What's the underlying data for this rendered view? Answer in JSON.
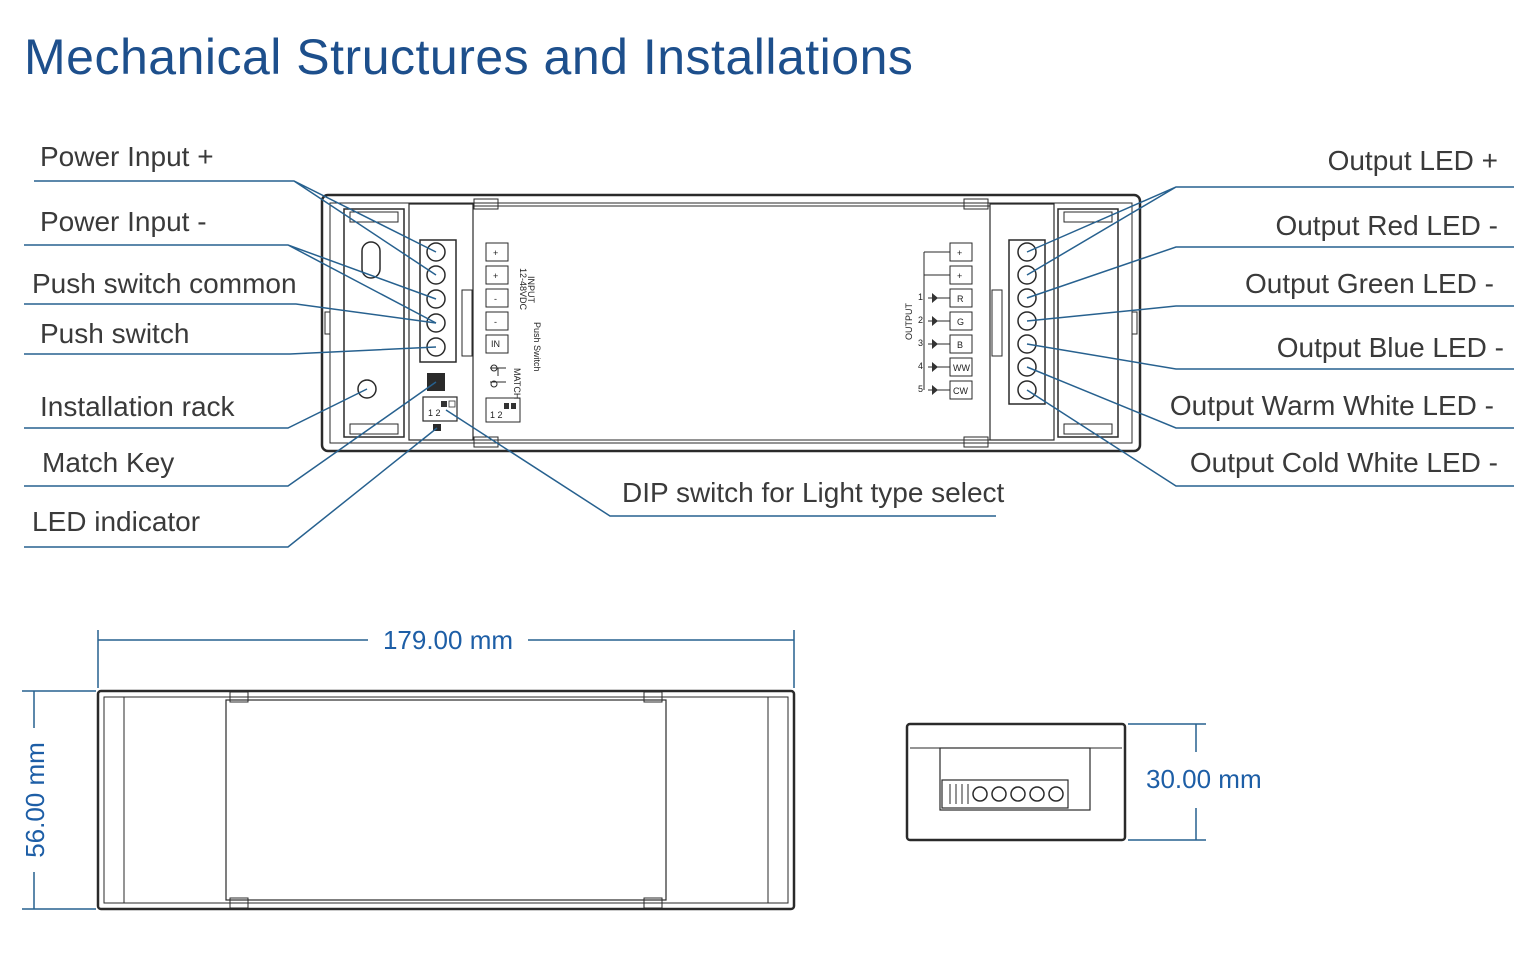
{
  "title": "Mechanical Structures and Installations",
  "callouts_left": [
    "Power Input +",
    "Power Input -",
    "Push switch common",
    "Push switch",
    "Installation rack",
    "Match Key",
    "LED indicator"
  ],
  "callouts_right": [
    "Output LED +",
    "Output Red LED -",
    "Output Green LED -",
    "Output Blue LED -",
    "Output Warm White LED -",
    "Output Cold White LED -"
  ],
  "callout_bottom": "DIP switch for Light type select",
  "device_marks": {
    "input_label": "INPUT",
    "input_voltage": "12-48VDC",
    "push_switch_label": "Push Switch",
    "match_label": "MATCH",
    "output_label": "OUTPUT",
    "input_terminals": [
      "+",
      "+",
      "-",
      "-",
      "IN"
    ],
    "output_terminals": [
      "+",
      "+",
      "R",
      "G",
      "B",
      "WW",
      "CW"
    ],
    "output_numbers": [
      "1",
      "2",
      "3",
      "4",
      "5"
    ],
    "dip_numbers": "1 2"
  },
  "dimensions": {
    "length": "179.00 mm",
    "width": "56.00 mm",
    "height": "30.00 mm"
  },
  "colors": {
    "title": "#1d4f8c",
    "leader_lines": "#27618f",
    "dimension_text": "#1d5ea6",
    "outline": "#2a2a2a"
  }
}
